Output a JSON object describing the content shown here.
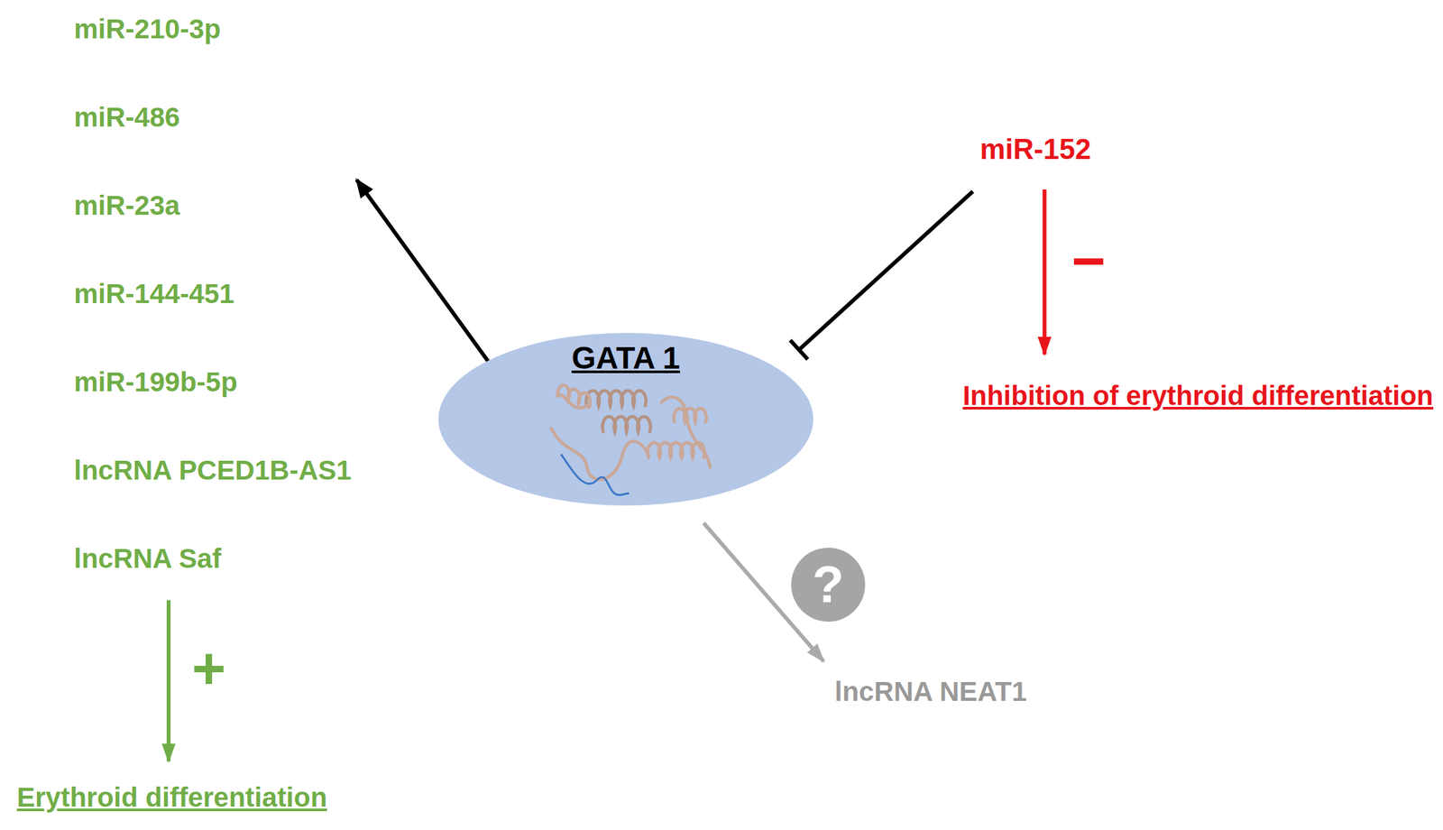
{
  "diagram": {
    "nodes": [
      {
        "text": [
          "miR-210-3p",
          "miR-486",
          "miR-23a",
          "miR-144-451",
          "miR-199b-5p",
          "lncRNA PCED1B-AS1",
          "lncRNA Saf"
        ]
      },
      {
        "text": [
          "miR-152"
        ]
      },
      {
        "text": [
          "GATA 1"
        ]
      },
      {
        "text": [
          "Inhibition of erythroid differentiation"
        ]
      },
      {
        "text": [
          "lncRNA NEAT1"
        ]
      },
      {
        "text": [
          "Erythroid differentiation"
        ]
      }
    ],
    "edges": [
      {
        "from": 2,
        "to": 0,
        "arrow": "to"
      },
      {
        "from": 1,
        "to": 2,
        "arrow": "to"
      },
      {
        "from": 1,
        "to": 3,
        "label": "−",
        "arrow": "to"
      },
      {
        "from": 0,
        "to": 5,
        "label": "+",
        "arrow": "to"
      },
      {
        "from": 2,
        "to": 4,
        "label": "?",
        "arrow": "to"
      }
    ]
  }
}
